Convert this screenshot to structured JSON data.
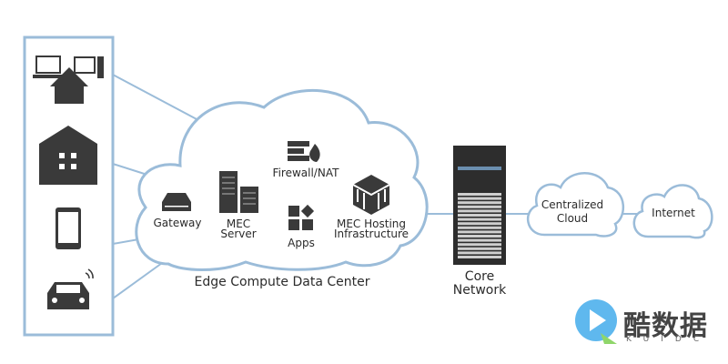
{
  "edge_center": {
    "title": "Edge Compute Data Center",
    "components": {
      "gateway": "Gateway",
      "mec_server_1": "MEC",
      "mec_server_2": "Server",
      "firewall": "Firewall/NAT",
      "apps": "Apps",
      "hosting_1": "MEC Hosting",
      "hosting_2": "Infrastructure"
    }
  },
  "core": {
    "line1": "Core",
    "line2": "Network"
  },
  "central_cloud": {
    "line1": "Centralized",
    "line2": "Cloud"
  },
  "internet": {
    "label": "Internet"
  },
  "devices": [
    "home-office-icon",
    "building-icon",
    "smartphone-icon",
    "connected-car-icon"
  ],
  "logo": {
    "name": "酷数据",
    "sub": "KUIDC"
  },
  "colors": {
    "line": "#9bbcd9",
    "icon": "#3a3a3a"
  }
}
